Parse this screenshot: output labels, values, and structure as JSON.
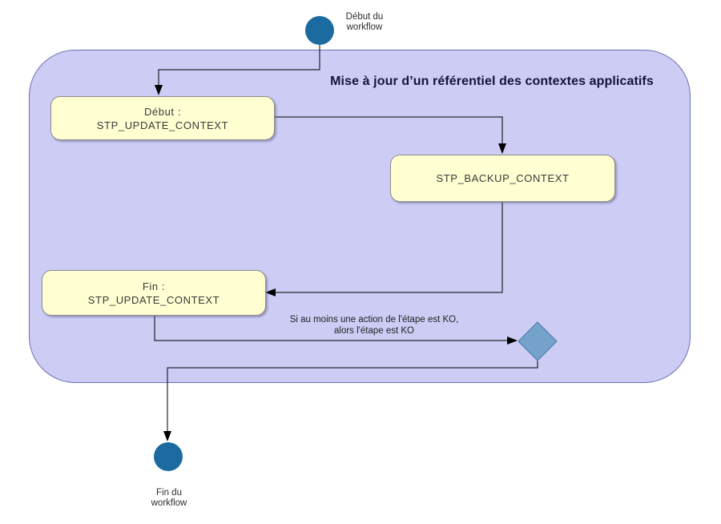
{
  "colors": {
    "background": "#ffffff",
    "frame_fill": "#ccccf5",
    "frame_border": "#6f6fae",
    "activity_fill": "#ffffd2",
    "activity_border": "#8c8c8c",
    "terminal_fill": "#1b6ba0",
    "decision_fill": "#74a2ca",
    "decision_border": "#4a7aa5",
    "connector": "#000000"
  },
  "frame": {
    "title": "Mise à jour d’un référentiel des contextes applicatifs"
  },
  "start_node": {
    "label_line1": "Début du",
    "label_line2": "workflow"
  },
  "end_node": {
    "label_line1": "Fin du",
    "label_line2": "workflow"
  },
  "activities": [
    {
      "line1": "Début :",
      "line2": "STP_UPDATE_CONTEXT"
    },
    {
      "line1": "STP_BACKUP_CONTEXT"
    },
    {
      "line1": "Fin :",
      "line2": "STP_UPDATE_CONTEXT"
    }
  ],
  "annotation": {
    "line1": "Si au moins une action de l'étape est KO,",
    "line2": "alors l'étape est KO"
  }
}
